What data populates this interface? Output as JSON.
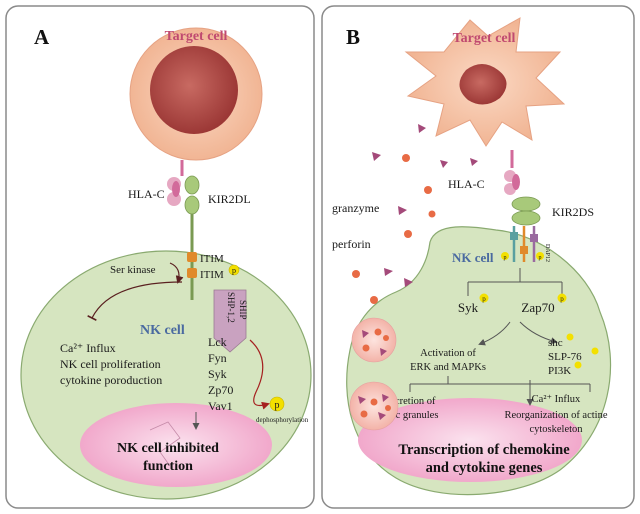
{
  "panel_a": {
    "letter": "A",
    "target_cell": "Target cell",
    "hla": "HLA-C",
    "receptor": "KIR2DL",
    "itim_1": "ITIM",
    "itim_2": "ITIM",
    "p_mark": "p",
    "ser_kinase": "Ser kinase",
    "nk_cell": "NK cell",
    "shp_1": "SHP-1,2",
    "shp_2": "SHIP",
    "effects": [
      "Ca²⁺ Influx",
      "NK cell proliferation",
      "cytokine poroduction"
    ],
    "kinases": [
      "Lck",
      "Fyn",
      "Syk",
      "Zp70",
      "Vav1"
    ],
    "dephos": "dephosphorylation",
    "outcome_1": "NK cell inhibited",
    "outcome_2": "function"
  },
  "panel_b": {
    "letter": "B",
    "target_cell": "Target cell",
    "hla": "HLA-C",
    "receptor": "KIR2DS",
    "granzyme": "granzyme",
    "perforin": "perforin",
    "nk_cell": "NK cell",
    "dap": "DAP12",
    "p_mark": "p",
    "syk": "Syk",
    "zap70": "Zap70",
    "activation_1": "Activation of",
    "activation_2": "ERK and MAPKs",
    "adaptors": [
      "shc",
      "SLP-76",
      "PI3K"
    ],
    "secretion_1": "Secretion of",
    "secretion_2": "lytic granules",
    "ca_influx": "Ca²⁺ Influx",
    "reorg_1": "Reorganization of actine",
    "reorg_2": "cytoskeleton",
    "transcription_1": "Transcription of chemokine",
    "transcription_2": "and cytokine genes"
  },
  "colors": {
    "border": "#888888",
    "nk_cell_fill": "#d6e5c0",
    "nk_cell_stroke": "#8aaa70",
    "target_fill": "#f7c8ab",
    "target_nucleus": "#b24a46",
    "target_label": "#c04a70",
    "nk_label": "#4a6aa0",
    "nucleus_fill": "#f4b6d2",
    "receptor_green": "#a8c97a",
    "hla_pink": "#d26a9a",
    "hla_light": "#e6a8c2",
    "itim_orange": "#e08a2a",
    "p_yellow": "#f3e000",
    "shp_pink": "#c9a2c0",
    "granule": "#f2a89c",
    "granule_dot": "#e86b45",
    "arrow_dark": "#5a2020",
    "granzyme_tri": "#a44a7a"
  }
}
